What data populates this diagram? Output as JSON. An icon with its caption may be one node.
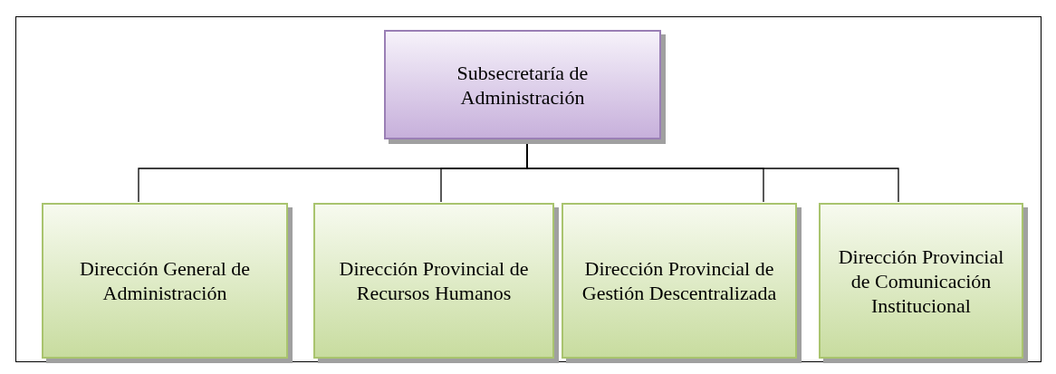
{
  "diagram": {
    "nodes": [
      {
        "text": [
          "Subsecretaría de Administración"
        ]
      },
      {
        "text": [
          "Dirección General de Administración"
        ]
      },
      {
        "text": [
          "Dirección Provincial de Recursos Humanos"
        ]
      },
      {
        "text": [
          "Dirección Provincial de Gestión Descentralizada"
        ]
      },
      {
        "text": [
          "Dirección Provincial de Comunicación Institucional"
        ]
      }
    ],
    "edges": [
      {
        "from": 0,
        "to": 1,
        "arrow": "none"
      },
      {
        "from": 0,
        "to": 2,
        "arrow": "none"
      },
      {
        "from": 0,
        "to": 3,
        "arrow": "none"
      },
      {
        "from": 0,
        "to": 4,
        "arrow": "none"
      }
    ]
  }
}
